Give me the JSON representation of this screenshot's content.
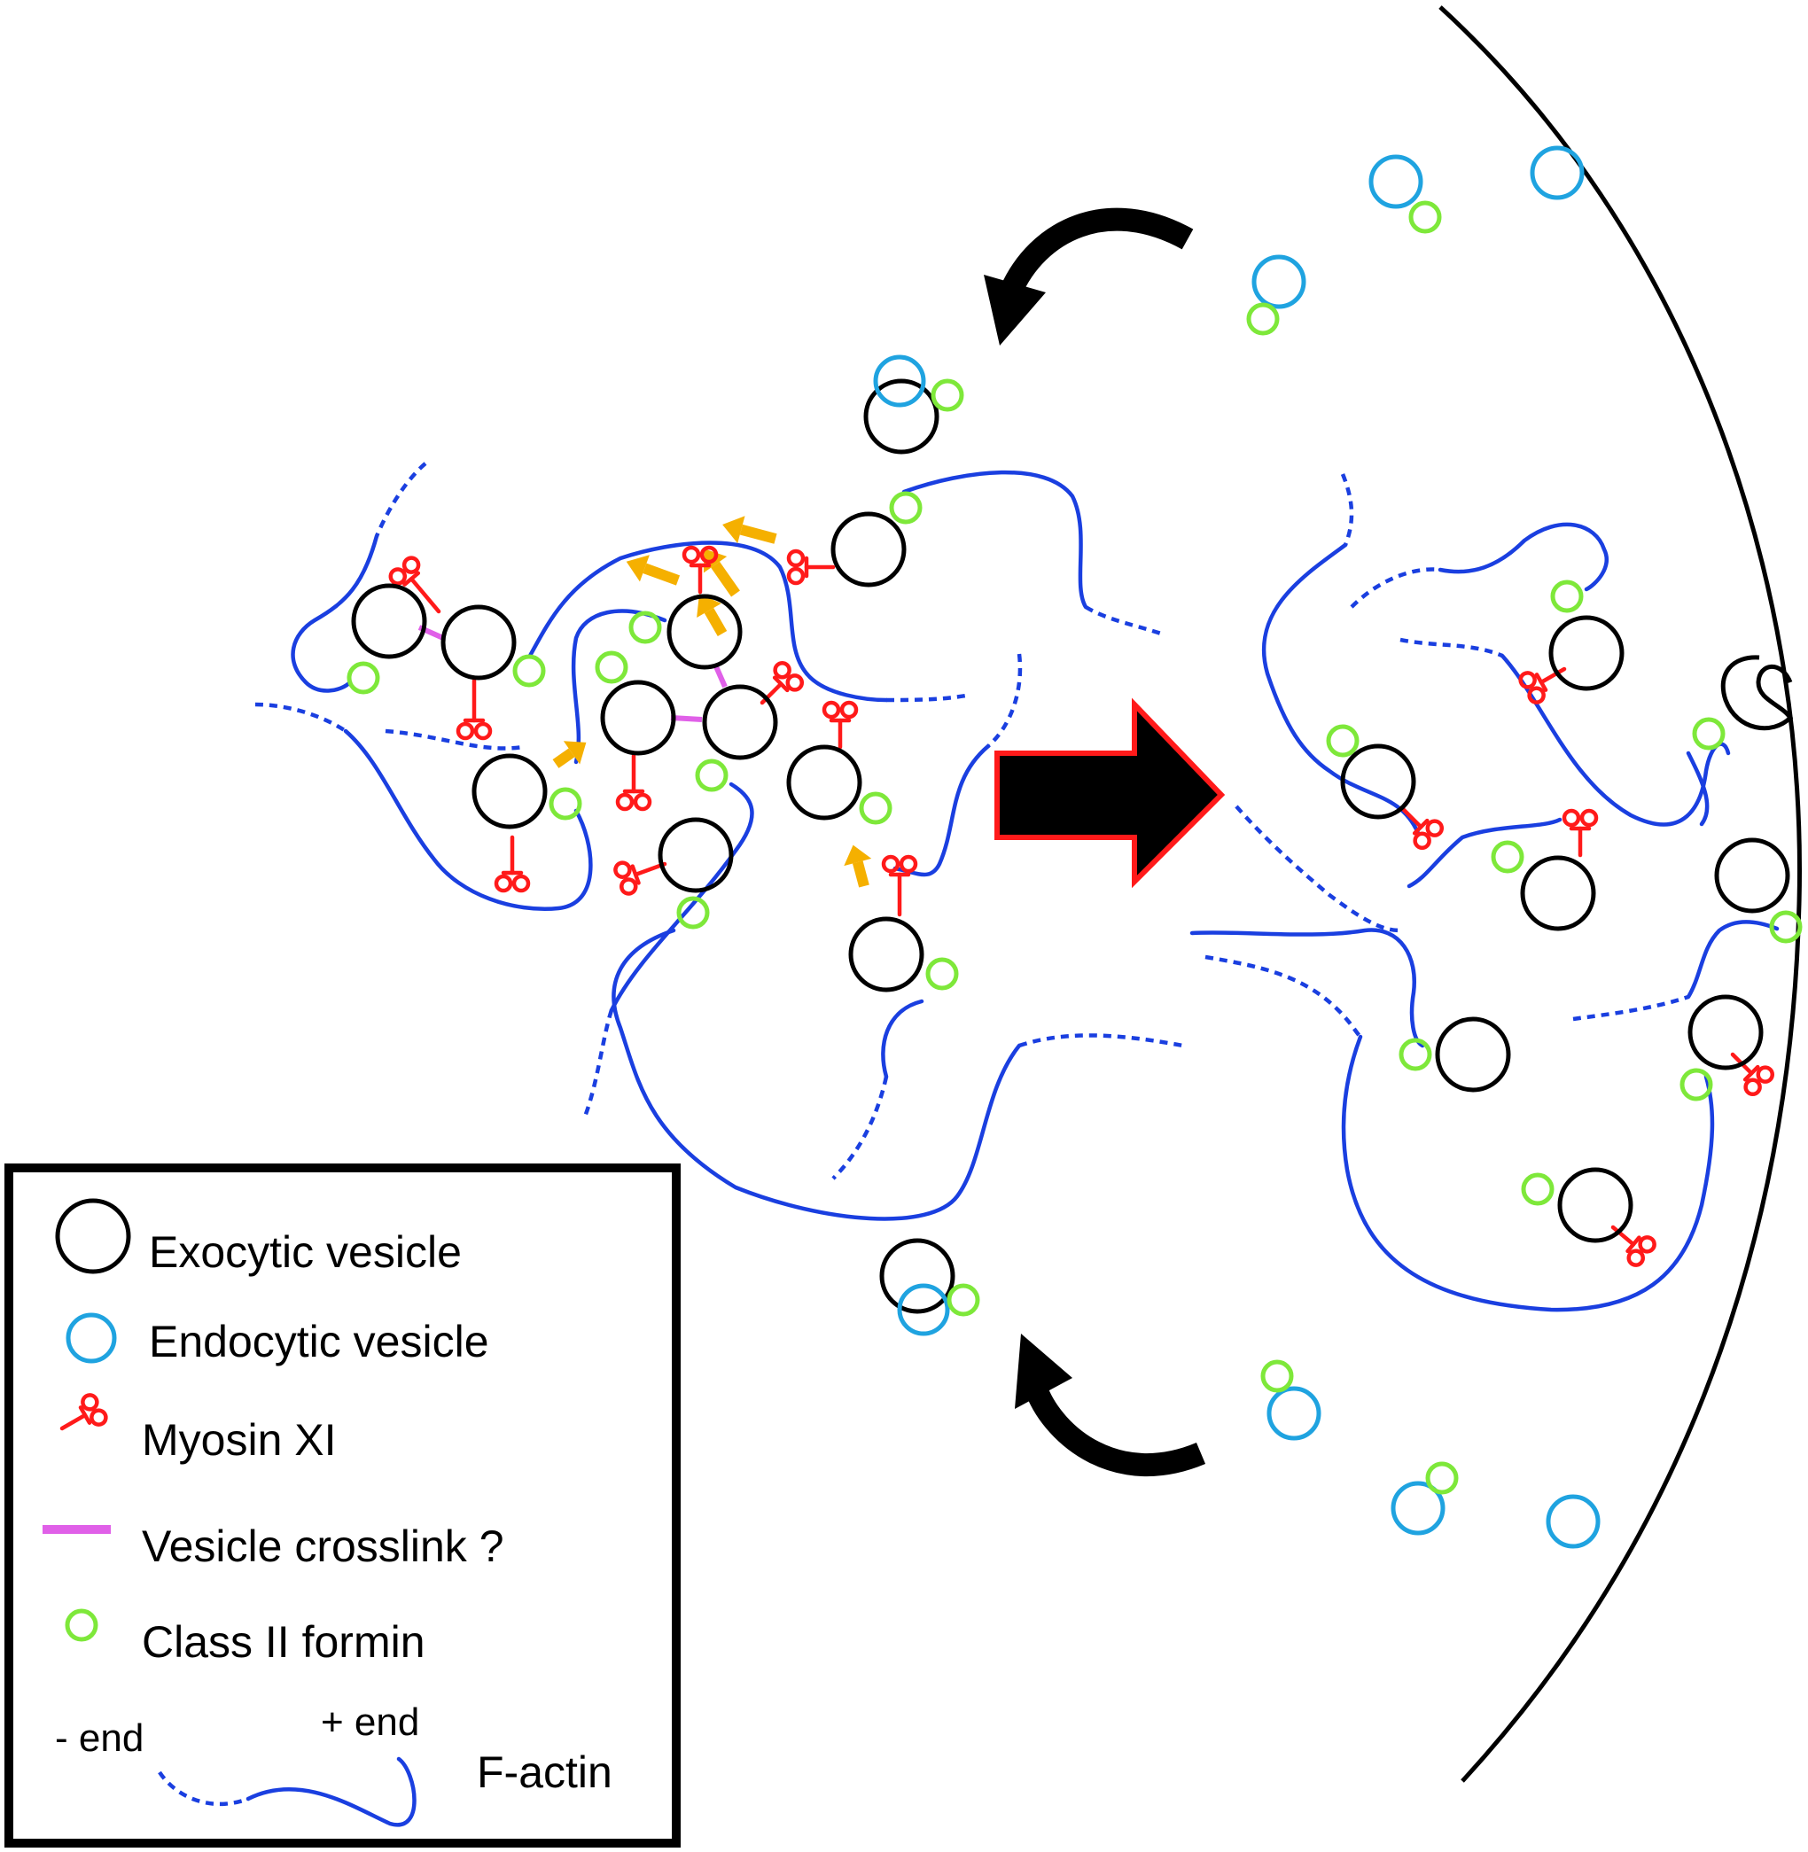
{
  "legend": {
    "exocytic_vesicle": "Exocytic vesicle",
    "endocytic_vesicle": "Endocytic vesicle",
    "myosin": "Myosin XI",
    "crosslink": "Vesicle crosslink ?",
    "formin": "Class II formin",
    "minus_end": "- end",
    "plus_end": "+ end",
    "f_actin": "F-actin"
  },
  "colors": {
    "exocytic_vesicle": "#000000",
    "endocytic_vesicle": "#1fa3e0",
    "myosin": "#ff1a1a",
    "crosslink": "#e060e8",
    "formin": "#7ee83a",
    "f_actin": "#1a3fe0",
    "transport_arrow": "#f5b000",
    "main_arrow_outline": "#ff1a1a"
  }
}
